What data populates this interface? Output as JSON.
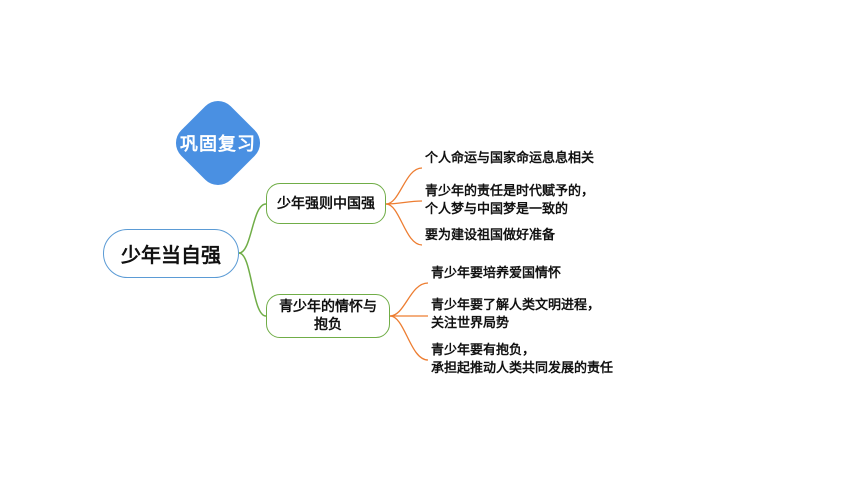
{
  "badge": {
    "label": "巩固复习"
  },
  "root": {
    "label": "少年当自强"
  },
  "branches": [
    {
      "label": "少年强则中国强",
      "leaves": [
        {
          "lines": [
            "个人命运与国家命运息息相关"
          ]
        },
        {
          "lines": [
            "青少年的责任是时代赋予的，",
            "个人梦与中国梦是一致的"
          ]
        },
        {
          "lines": [
            "要为建设祖国做好准备"
          ]
        }
      ]
    },
    {
      "label_lines": [
        "青少年的情怀与",
        "抱负"
      ],
      "leaves": [
        {
          "lines": [
            "青少年要培养爱国情怀"
          ]
        },
        {
          "lines": [
            "青少年要了解人类文明进程，",
            "关注世界局势"
          ]
        },
        {
          "lines": [
            "青少年要有抱负，",
            "承担起推动人类共同发展的责任"
          ]
        }
      ]
    }
  ],
  "colors": {
    "badge": "#4a90e2",
    "root_border": "#5b9bd5",
    "branch_border": "#70ad47",
    "leaf_link": "#ed7d31"
  }
}
